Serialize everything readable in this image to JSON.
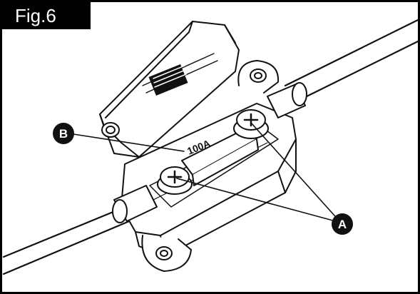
{
  "figure": {
    "label": "Fig.6"
  },
  "fuse": {
    "rating": "100A"
  },
  "callouts": {
    "b": "B",
    "a": "A"
  }
}
